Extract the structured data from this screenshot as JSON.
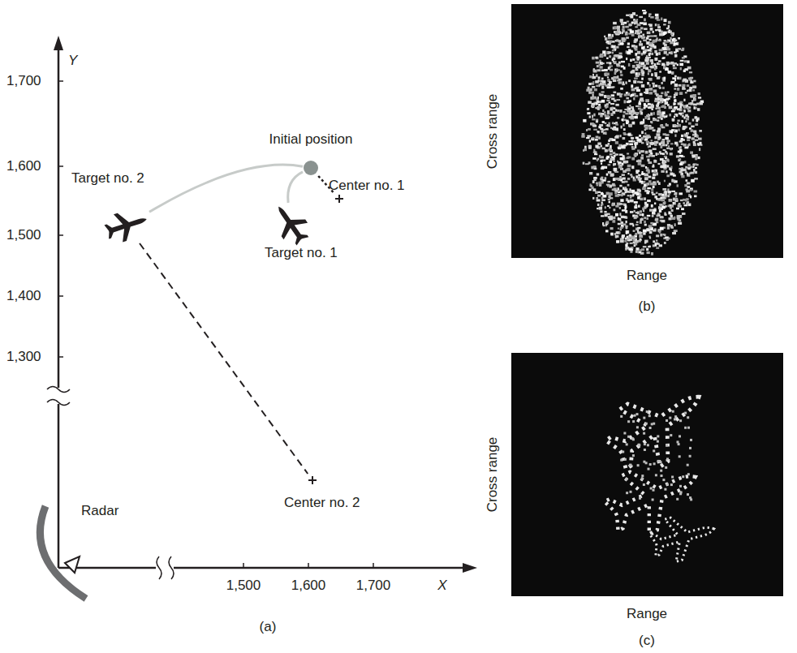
{
  "diagram": {
    "nodes": [
      {
        "text": [
          "Initial position"
        ]
      },
      {
        "text": [
          "Target no. 2"
        ]
      },
      {
        "text": [
          "Center no. 1"
        ]
      },
      {
        "text": [
          "Target no. 1"
        ]
      },
      {
        "text": [
          "Center no. 2"
        ]
      }
    ],
    "edges": [
      {
        "from": 0,
        "to": 1,
        "arrow": "none"
      },
      {
        "from": 0,
        "to": 3,
        "arrow": "none"
      },
      {
        "from": 0,
        "to": 2,
        "arrow": "none"
      },
      {
        "from": 1,
        "to": 4,
        "arrow": "none"
      }
    ],
    "labels": [
      "Y",
      "1,700",
      "1,600",
      "1,500",
      "1,400",
      "1,300",
      "Radar",
      "1,500",
      "1,600",
      "1,700",
      "X",
      "(a)",
      "Cross range",
      "Range",
      "(b)",
      "Cross range",
      "Range",
      "(c)"
    ]
  }
}
